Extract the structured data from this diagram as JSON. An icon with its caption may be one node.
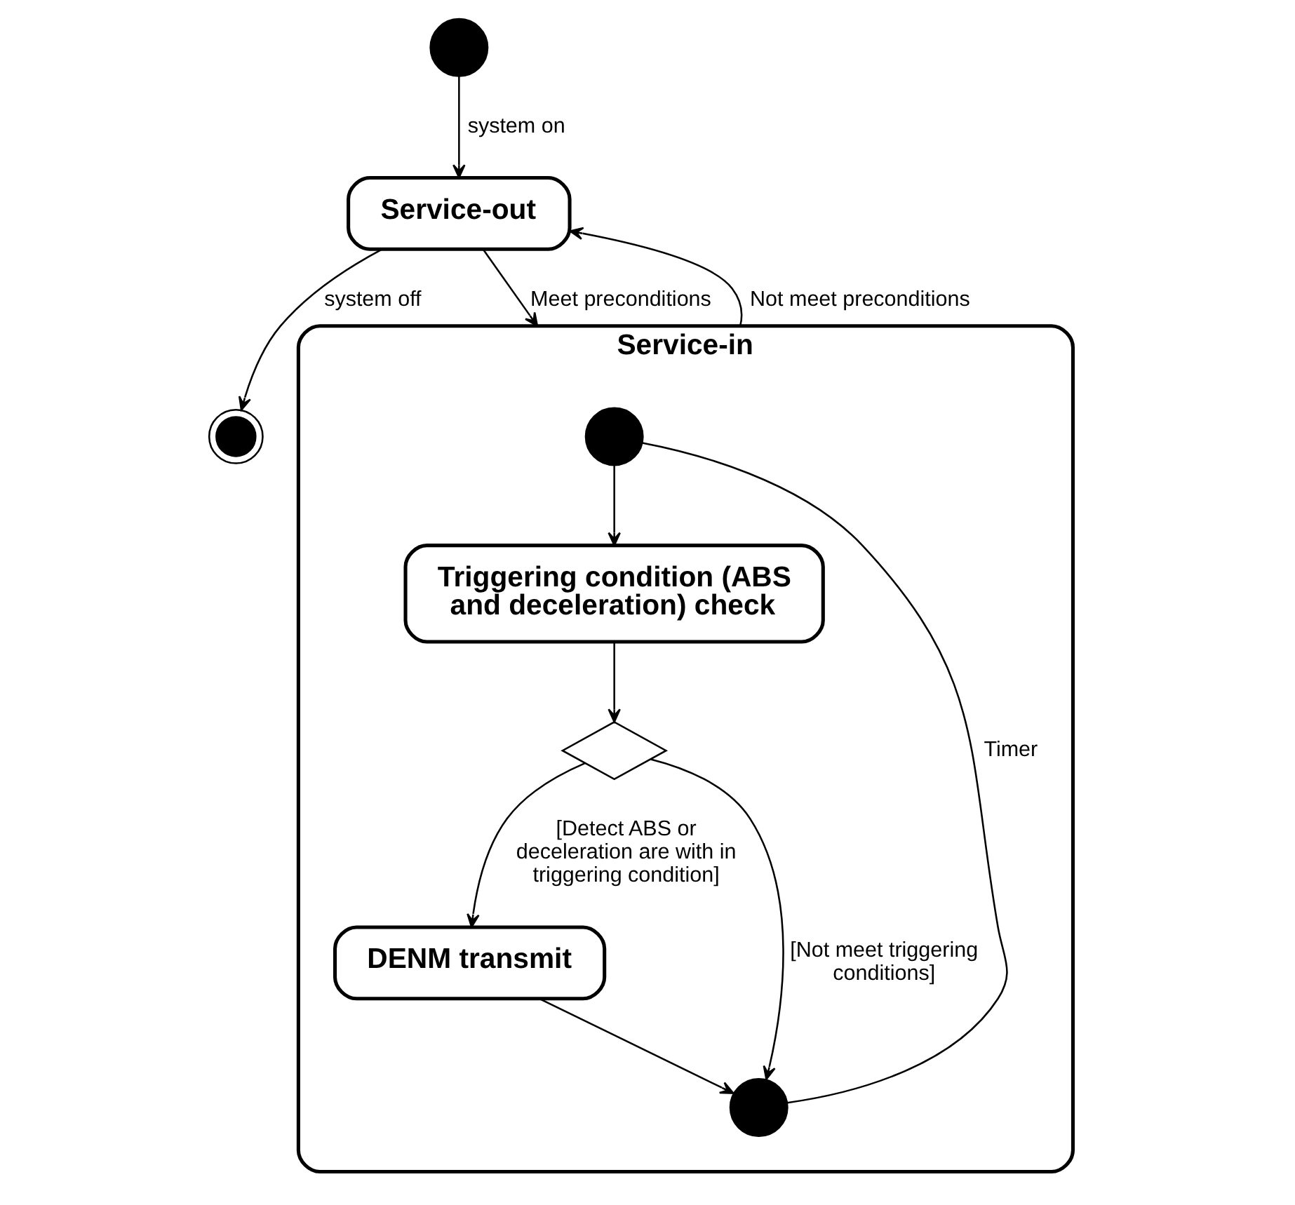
{
  "diagram": {
    "nodes": [
      {
        "text": [],
        "shape": "circle"
      },
      {
        "text": [],
        "shape": "bullseye"
      },
      {
        "text": [
          "Service-out"
        ]
      },
      {
        "text": [
          "Service-in"
        ]
      },
      {
        "text": [],
        "shape": "circle",
        "in": 3
      },
      {
        "text": [
          "Triggering condition (ABS and deceleration) check"
        ],
        "in": 3
      },
      {
        "text": [],
        "shape": "diamond",
        "in": 3
      },
      {
        "text": [
          "DENM transmit"
        ],
        "in": 3
      },
      {
        "text": [],
        "shape": "circle",
        "in": 3
      }
    ],
    "edges": [
      {
        "from": 0,
        "to": 2,
        "arrow": "to",
        "label": "system on"
      },
      {
        "from": 2,
        "to": 1,
        "arrow": "to",
        "label": "system off"
      },
      {
        "from": 2,
        "to": 3,
        "arrow": "to",
        "label": "Meet preconditions"
      },
      {
        "from": 3,
        "to": 2,
        "arrow": "to",
        "label": "Not meet preconditions"
      },
      {
        "from": 4,
        "to": 5,
        "arrow": "to"
      },
      {
        "from": 4,
        "to": 8,
        "arrow": "none",
        "label": "Timer"
      },
      {
        "from": 5,
        "to": 6,
        "arrow": "to"
      },
      {
        "from": 6,
        "to": 7,
        "arrow": "to",
        "label": "[Detect ABS or deceleration are with in triggering condition]"
      },
      {
        "from": 6,
        "to": 8,
        "arrow": "to",
        "label": "[Not meet triggering conditions]"
      },
      {
        "from": 7,
        "to": 8,
        "arrow": "to"
      }
    ]
  }
}
